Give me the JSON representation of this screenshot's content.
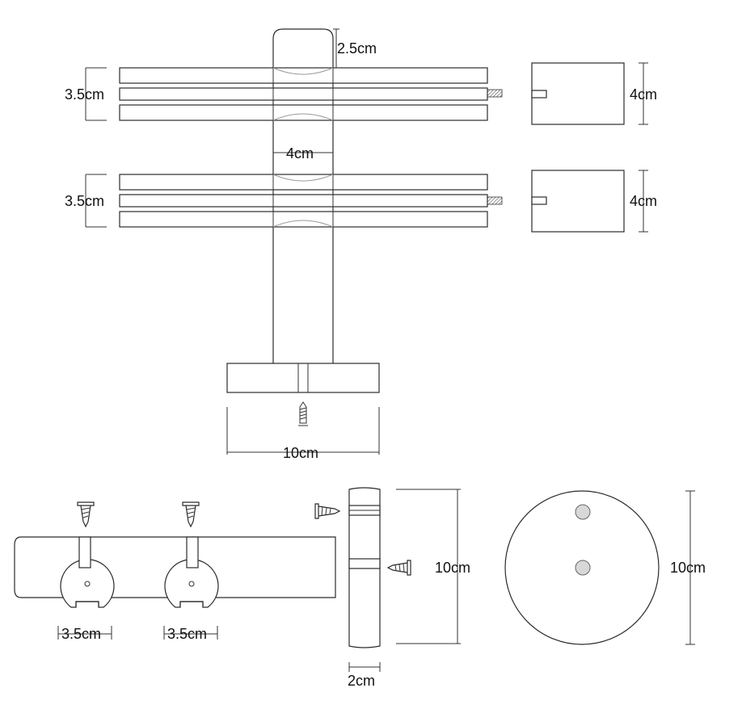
{
  "labels": {
    "top_gap": "2.5cm",
    "rail_upper_height": "3.5cm",
    "rail_lower_height": "3.5cm",
    "spacing": "4cm",
    "side_upper_height": "4cm",
    "side_lower_height": "4cm",
    "base_width": "10cm",
    "clip_left_width": "3.5cm",
    "clip_right_width": "3.5cm",
    "side_view_height": "10cm",
    "side_view_depth": "2cm",
    "flange_diameter": "10cm"
  }
}
